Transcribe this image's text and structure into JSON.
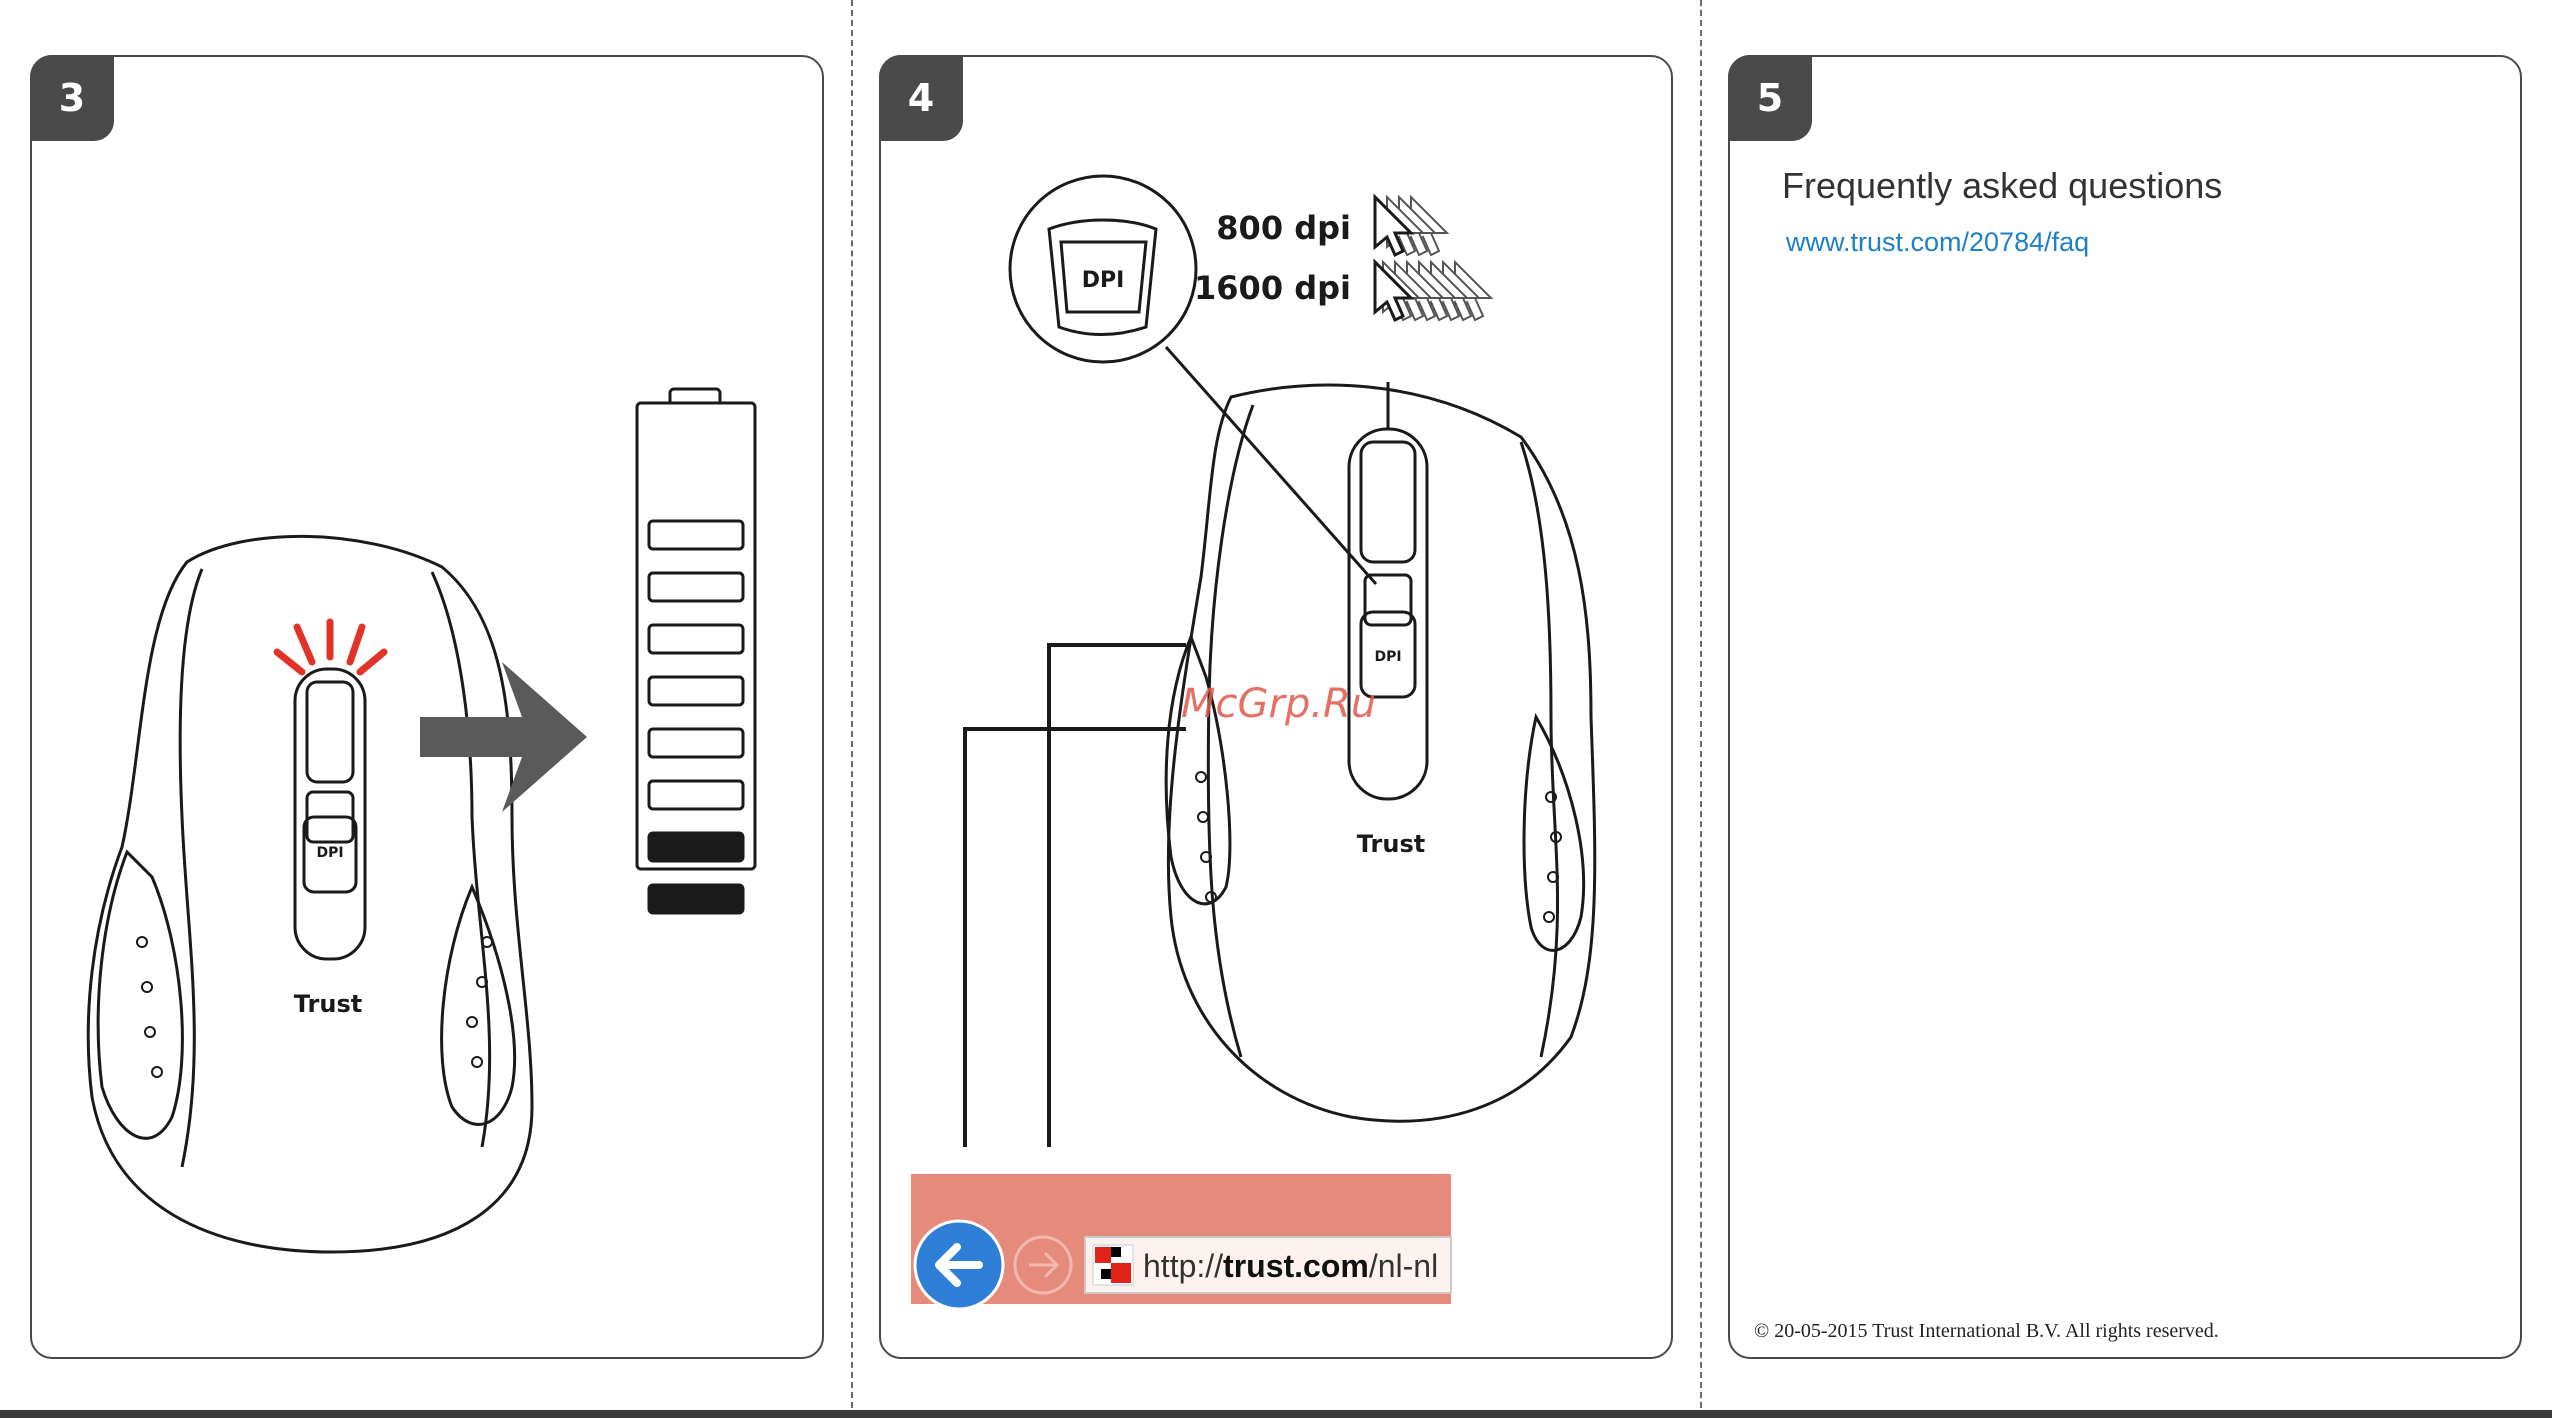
{
  "panels": [
    {
      "step": "3",
      "mouse_brand": "Trust",
      "dpi_button": "DPI"
    },
    {
      "step": "4",
      "dpi_button": "DPI",
      "mouse_brand": "Trust",
      "dpi_options": [
        "800 dpi",
        "1600 dpi"
      ],
      "watermark": "McGrp.Ru",
      "browser": {
        "url_prefix": "http://",
        "url_host": "trust.com",
        "url_path": "/nl-nl",
        "bar_color": "#e68a7c",
        "back_button_color": "#2f7fd6"
      }
    },
    {
      "step": "5",
      "faq_title": "Frequently asked questions",
      "faq_link": "www.trust.com/20784/faq",
      "copyright": "© 20-05-2015 Trust International B.V. All rights reserved."
    }
  ],
  "battery": {
    "segments_total": 8,
    "segments_filled": 2
  },
  "colors": {
    "panel_border": "#4a4a4a",
    "led_glow": "#e2332a",
    "link": "#1e80c8"
  }
}
